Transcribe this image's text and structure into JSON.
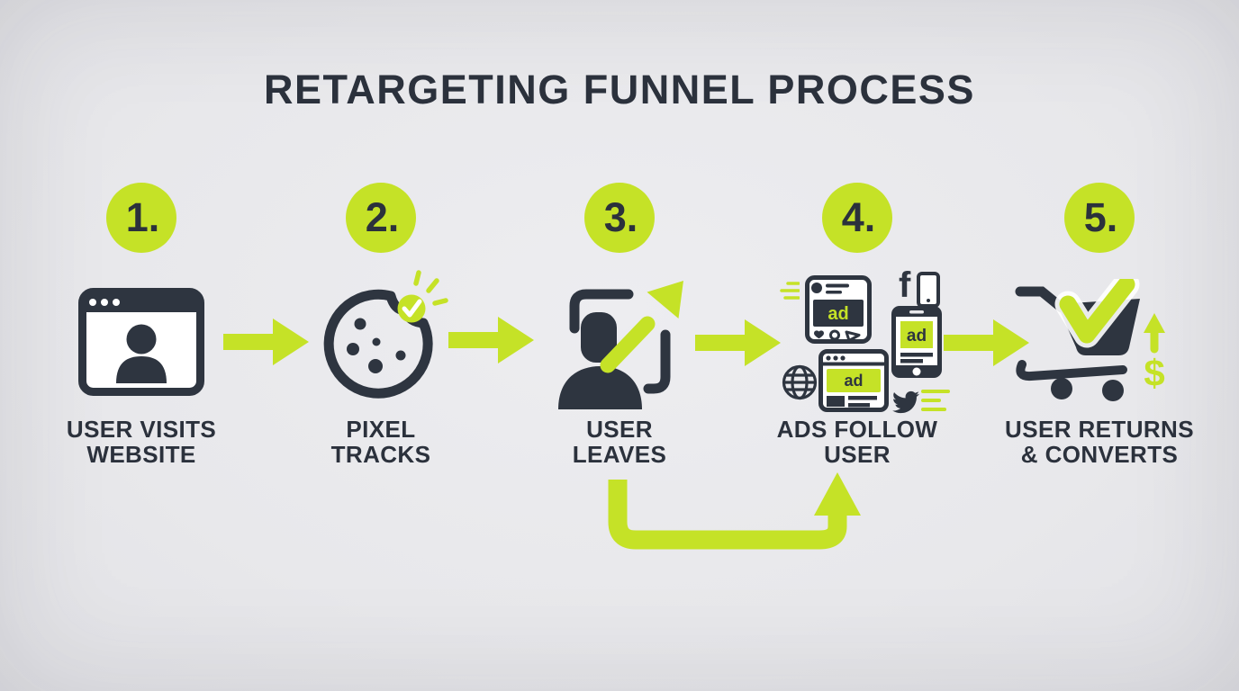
{
  "title": "RETARGETING FUNNEL PROCESS",
  "colors": {
    "accent_lime": "#c5e227",
    "dark": "#2e3540",
    "background": "#e9e9ec",
    "white": "#ffffff"
  },
  "steps": [
    {
      "number": "1.",
      "label_line1": "USER VISITS",
      "label_line2": "WEBSITE",
      "icon": "browser-with-user-icon"
    },
    {
      "number": "2.",
      "label_line1": "PIXEL",
      "label_line2": "TRACKS",
      "icon": "cookie-tracking-icon"
    },
    {
      "number": "3.",
      "label_line1": "USER",
      "label_line2": "LEAVES",
      "icon": "user-leaving-icon"
    },
    {
      "number": "4.",
      "label_line1": "ADS FOLLOW",
      "label_line2": "USER",
      "icon": "ads-on-devices-icon",
      "ad_label": "ad",
      "facebook_glyph": "f"
    },
    {
      "number": "5.",
      "label_line1": "USER RETURNS",
      "label_line2": "& CONVERTS",
      "icon": "cart-conversion-icon",
      "dollar_sign": "$"
    }
  ]
}
